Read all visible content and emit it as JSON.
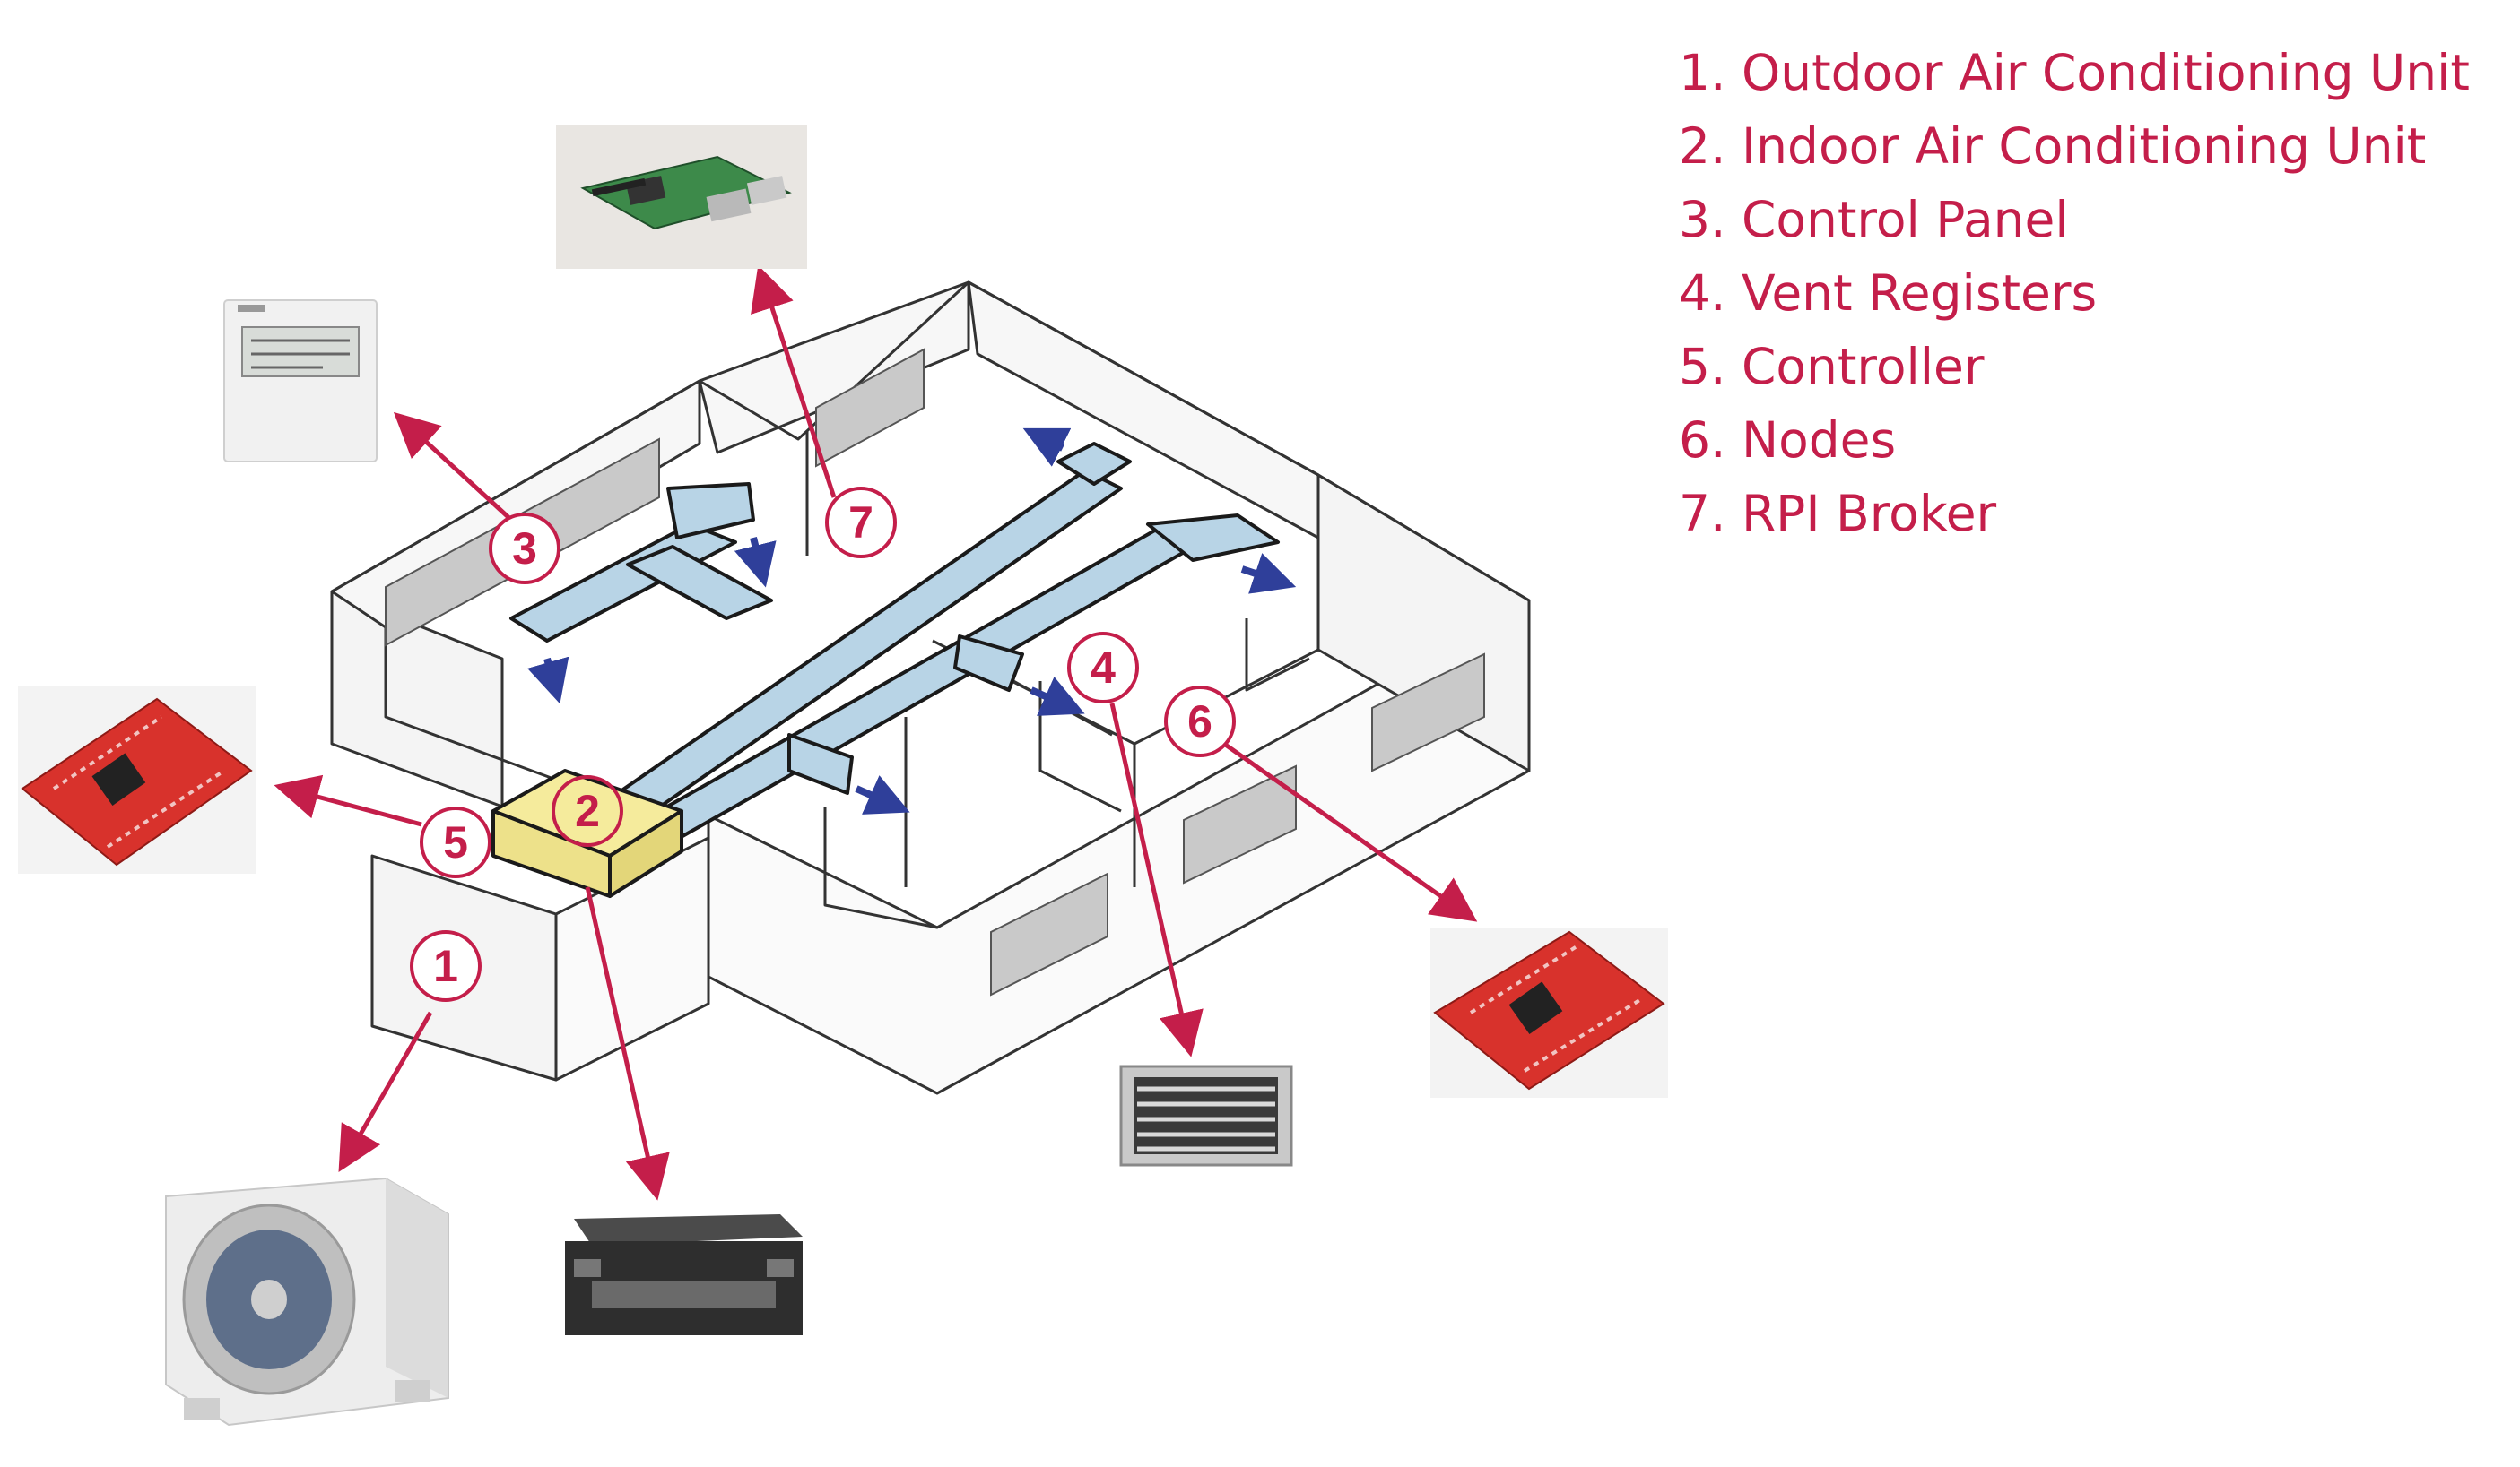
{
  "legend": {
    "items": [
      "1. Outdoor Air Conditioning Unit",
      "2. Indoor Air Conditioning Unit",
      "3. Control Panel",
      "4. Vent Registers",
      "5. Controller",
      "6. Nodes",
      "7. RPI Broker"
    ]
  },
  "callouts": [
    "1",
    "2",
    "3",
    "4",
    "5",
    "6",
    "7"
  ],
  "colors": {
    "accent": "#c41e4a",
    "duct": "#b8d4e6",
    "indoor_unit": "#f5eb9c",
    "airflow_arrow": "#2f3f9a",
    "wall": "#ffffff",
    "wall_outline": "#333333"
  },
  "icons": {
    "rpi_broker": "raspberry-pi-board",
    "control_panel": "wall-thermostat",
    "controller": "red-microcontroller-board",
    "nodes": "red-microcontroller-board",
    "vent_register": "vent-grille",
    "outdoor_unit": "outdoor-condenser",
    "indoor_unit": "ducted-indoor-unit"
  }
}
